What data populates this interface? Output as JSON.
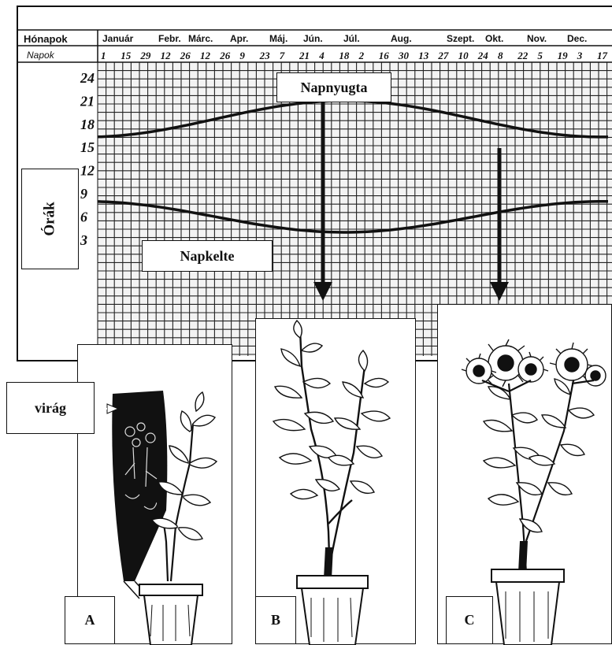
{
  "header": {
    "row1_label": "Hónapok",
    "row2_label": "Napok",
    "months": [
      "Január",
      "Febr.",
      "Márc.",
      "Apr.",
      "Máj.",
      "Jún.",
      "Júl.",
      "Aug.",
      "Szept.",
      "Okt.",
      "Nov.",
      "Dec."
    ],
    "days": [
      "1",
      "15",
      "29",
      "12",
      "26",
      "12",
      "26",
      "9",
      "23",
      "7",
      "21",
      "4",
      "18",
      "2",
      "16",
      "30",
      "13",
      "27",
      "10",
      "24",
      "8",
      "22",
      "5",
      "19",
      "3",
      "17"
    ]
  },
  "y_axis": {
    "label": "Órák",
    "ticks": [
      "24",
      "21",
      "18",
      "15",
      "12",
      "9",
      "6",
      "3"
    ]
  },
  "curves": {
    "sunset_label": "Napnyugta",
    "sunrise_label": "Napkelte"
  },
  "callout_label": "virág",
  "panels": [
    {
      "label": "A"
    },
    {
      "label": "B"
    },
    {
      "label": "C"
    }
  ],
  "colors": {
    "ink": "#111111",
    "paper": "#ffffff",
    "grid": "#222222"
  }
}
